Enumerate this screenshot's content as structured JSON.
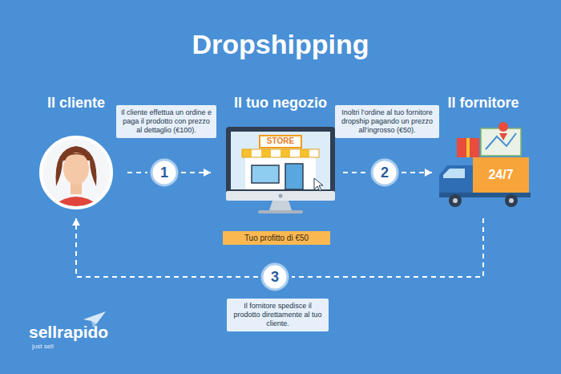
{
  "diagram": {
    "title": "Dropshipping",
    "nodes": [
      {
        "text": [
          "Il cliente"
        ]
      },
      {
        "text": [
          "1"
        ]
      },
      {
        "text": [
          "Il cliente effettua un ordine e paga il prodotto con prezzo al dettaglio (€100)."
        ]
      },
      {
        "text": [
          "Il tuo negozio"
        ]
      },
      {
        "text": [
          "Inoltri l’ordine al tuo fornitore dropship pagando un prezzo all’ingrosso (€50)."
        ]
      },
      {
        "text": [
          "2"
        ]
      },
      {
        "text": [
          "Il fornitore"
        ]
      },
      {
        "text": [
          "Tuo profitto di €50"
        ]
      },
      {
        "text": [
          "3"
        ]
      },
      {
        "text": [
          "Il fornitore spedisce il prodotto direttamente al tuo cliente."
        ]
      }
    ],
    "edges": [
      {
        "from": 0,
        "to": 1,
        "arrow": "none"
      },
      {
        "from": 1,
        "to": 3,
        "arrow": "to"
      },
      {
        "from": 3,
        "to": 5,
        "arrow": "none"
      },
      {
        "from": 5,
        "to": 6,
        "arrow": "to"
      },
      {
        "from": 6,
        "to": 8,
        "arrow": "none"
      },
      {
        "from": 8,
        "to": 0,
        "arrow": "to"
      }
    ],
    "labels": [
      "STORE",
      "24/7",
      "sellrapido",
      "just sell"
    ]
  }
}
